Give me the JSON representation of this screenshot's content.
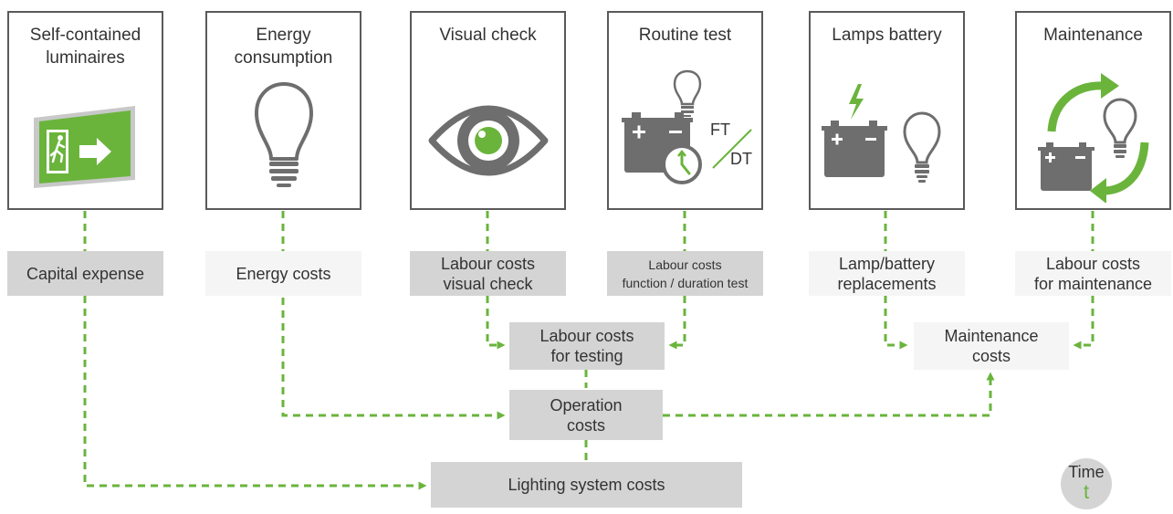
{
  "colors": {
    "accent": "#6ab43c",
    "frame": "#5a5a5a",
    "icon": "#6e6e6e",
    "dark_box": "#d4d4d4",
    "light_box": "#f4f5f4"
  },
  "cards": [
    {
      "title": "Self-contained\nluminaires",
      "icon": "exit-sign-icon"
    },
    {
      "title": "Energy\nconsumption",
      "icon": "light-bulb-icon"
    },
    {
      "title": "Visual check",
      "icon": "eye-icon"
    },
    {
      "title": "Routine test",
      "icon": "battery-bulb-clock-icon",
      "labels": [
        "FT",
        "DT"
      ]
    },
    {
      "title": "Lamps battery",
      "icon": "battery-lightning-bulb-icon"
    },
    {
      "title": "Maintenance",
      "icon": "battery-bulb-cycle-icon"
    }
  ],
  "boxes": {
    "capital_expense": "Capital expense",
    "energy_costs": "Energy costs",
    "labour_visual": "Labour costs\nvisual check",
    "labour_function": "Labour costs\nfunction / duration test",
    "lamp_battery": "Lamp/battery\nreplacements",
    "labour_maintenance": "Labour costs\nfor maintenance",
    "labour_testing": "Labour costs\nfor testing",
    "maintenance_costs": "Maintenance\ncosts",
    "operation_costs": "Operation\ncosts",
    "lighting_system": "Lighting system costs"
  },
  "time_badge": {
    "label": "Time",
    "symbol": "t"
  }
}
